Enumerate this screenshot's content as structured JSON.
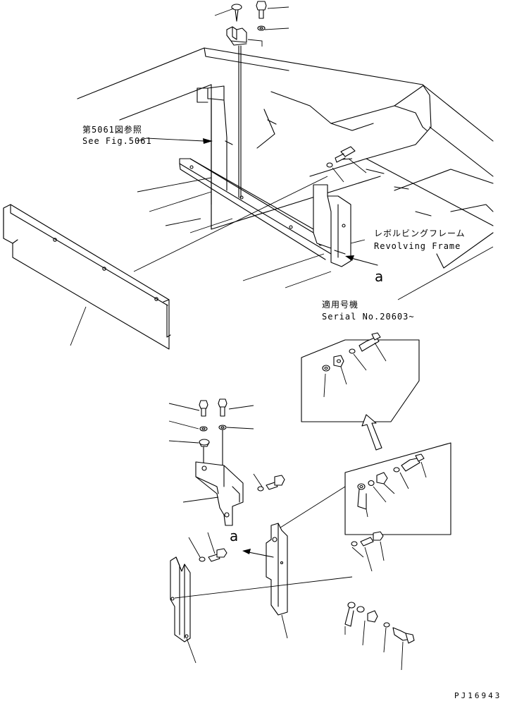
{
  "labels": {
    "ref_jp": "第5061図参照",
    "ref_en": "See Fig.5061",
    "frame_jp": "レボルビングフレーム",
    "frame_en": "Revolving Frame",
    "detail_a_top": "a",
    "serial_jp": "適用号機",
    "serial_en": "Serial No.20603~",
    "detail_a_bottom": "a",
    "drawing_code": "PJ16943"
  }
}
